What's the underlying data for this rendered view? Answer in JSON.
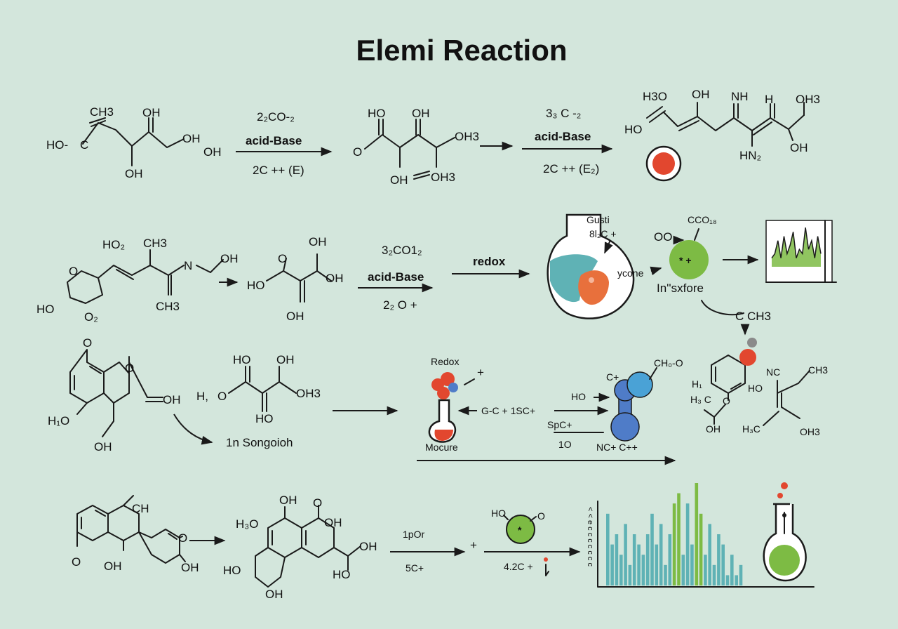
{
  "title": "Elemi Reaction",
  "row1": {
    "m1": {
      "a1": "CH3",
      "a2": "OH",
      "a3": "HO-",
      "a4": "C",
      "a5": "OH",
      "a6": "OH",
      "a7": "OH"
    },
    "arrow1": {
      "top": "2₂CO-₂",
      "mid": "acid-Base",
      "bot": "2C ++ (E)"
    },
    "m2": {
      "a1": "HO",
      "a2": "OH",
      "a3": "O",
      "a4": "OH3",
      "a5": "OH",
      "a6": "OH3"
    },
    "arrow2": {
      "top": "3₃ C -₂",
      "mid": "acid-Base",
      "bot": "2C ++ (E₂)"
    },
    "m3": {
      "a1": "H3O",
      "a2": "OH",
      "a3": "NH",
      "a4": "H",
      "a5": "OH3",
      "a6": "HO",
      "a7": "HN₂",
      "a8": "OH"
    }
  },
  "row2": {
    "m1": {
      "a1": "HO₂",
      "a2": "CH3",
      "a3": "N",
      "a4": "OH",
      "a5": "O",
      "a6": "HO",
      "a7": "O₂",
      "a8": "CH3"
    },
    "m2": {
      "a1": "OH",
      "a2": "O",
      "a3": "HO",
      "a4": "OH",
      "a5": "OH"
    },
    "arrow1": {
      "top": "3₂CO1₂",
      "mid": "acid-Base",
      "bot": "2₂ O +"
    },
    "arrow2": {
      "top": "redox"
    },
    "flask": {
      "l1": "Gusti",
      "l2": "8l₂C +"
    },
    "sphere": {
      "l1": "OO",
      "l2": "CCO₁₈",
      "l3": "* +",
      "l4": "ycone",
      "l5": "In''sxfore"
    },
    "cch": "C CH3"
  },
  "row3": {
    "m1": {
      "a1": "O",
      "a2": "O",
      "a3": "OH",
      "a4": "H₁O",
      "a5": "OH"
    },
    "m2": {
      "a1": "H,",
      "a2": "HO",
      "a3": "OH",
      "a4": "O",
      "a5": "OH3",
      "a6": "HO"
    },
    "caption": "1n Songoioh",
    "tube": {
      "top": "Redox",
      "plus": "+",
      "bot": "Mocure"
    },
    "eq": {
      "l1": "G-C  +  1SC+",
      "l2": "SpC+",
      "l3": "1O",
      "l4": "NC+ C++",
      "l5": "HO",
      "l6": "C+"
    },
    "m3": {
      "a1": "CH₀-O",
      "a2": "H₁",
      "a3": "H₃ C",
      "a4": "O",
      "a5": "OH",
      "a6": "NC",
      "a7": "CH3",
      "a8": "HO",
      "a9": "H₃C",
      "a10": "OH3"
    }
  },
  "row4": {
    "m1": {
      "a1": "CH",
      "a2": "O",
      "a3": "O",
      "a4": "OH",
      "a5": "OH"
    },
    "m2": {
      "a1": "OH",
      "a2": "O",
      "a3": "H₃O",
      "a4": "OH",
      "a5": "OH",
      "a6": "HO",
      "a7": "OH",
      "a8": "HO"
    },
    "arrow": {
      "top": "1pOr",
      "bot": "5C+"
    },
    "plus": "+",
    "ball": {
      "l1": "HO",
      "l2": "O",
      "l3": "*"
    },
    "after": "4.2C +",
    "axis": "< < e c c c c c c c"
  },
  "colors": {
    "bg": "#d3e6dc",
    "red": "#e2472f",
    "green": "#7dbb44",
    "teal": "#5fb2b5",
    "blue": "#4f7cc8",
    "skyblue": "#4aa2d6",
    "orange": "#e8703c"
  },
  "chart_data": [
    {
      "type": "line",
      "series": [
        {
          "values": [
            2,
            3,
            6,
            2,
            7,
            3,
            5,
            8,
            2,
            4,
            3,
            9,
            4,
            6,
            2,
            7,
            3
          ]
        }
      ],
      "ylim": [
        0,
        10
      ]
    },
    {
      "type": "bar",
      "series": [
        {
          "values": [
            7,
            4,
            5,
            3,
            6,
            2,
            5,
            4,
            3,
            5,
            7,
            4,
            6,
            2,
            5,
            8,
            9,
            3,
            8,
            4,
            10,
            7,
            3,
            6,
            2,
            5,
            4,
            1,
            3,
            1,
            2
          ]
        }
      ],
      "highlight": [
        15,
        16,
        20,
        21
      ],
      "ylim": [
        0,
        10
      ]
    }
  ]
}
